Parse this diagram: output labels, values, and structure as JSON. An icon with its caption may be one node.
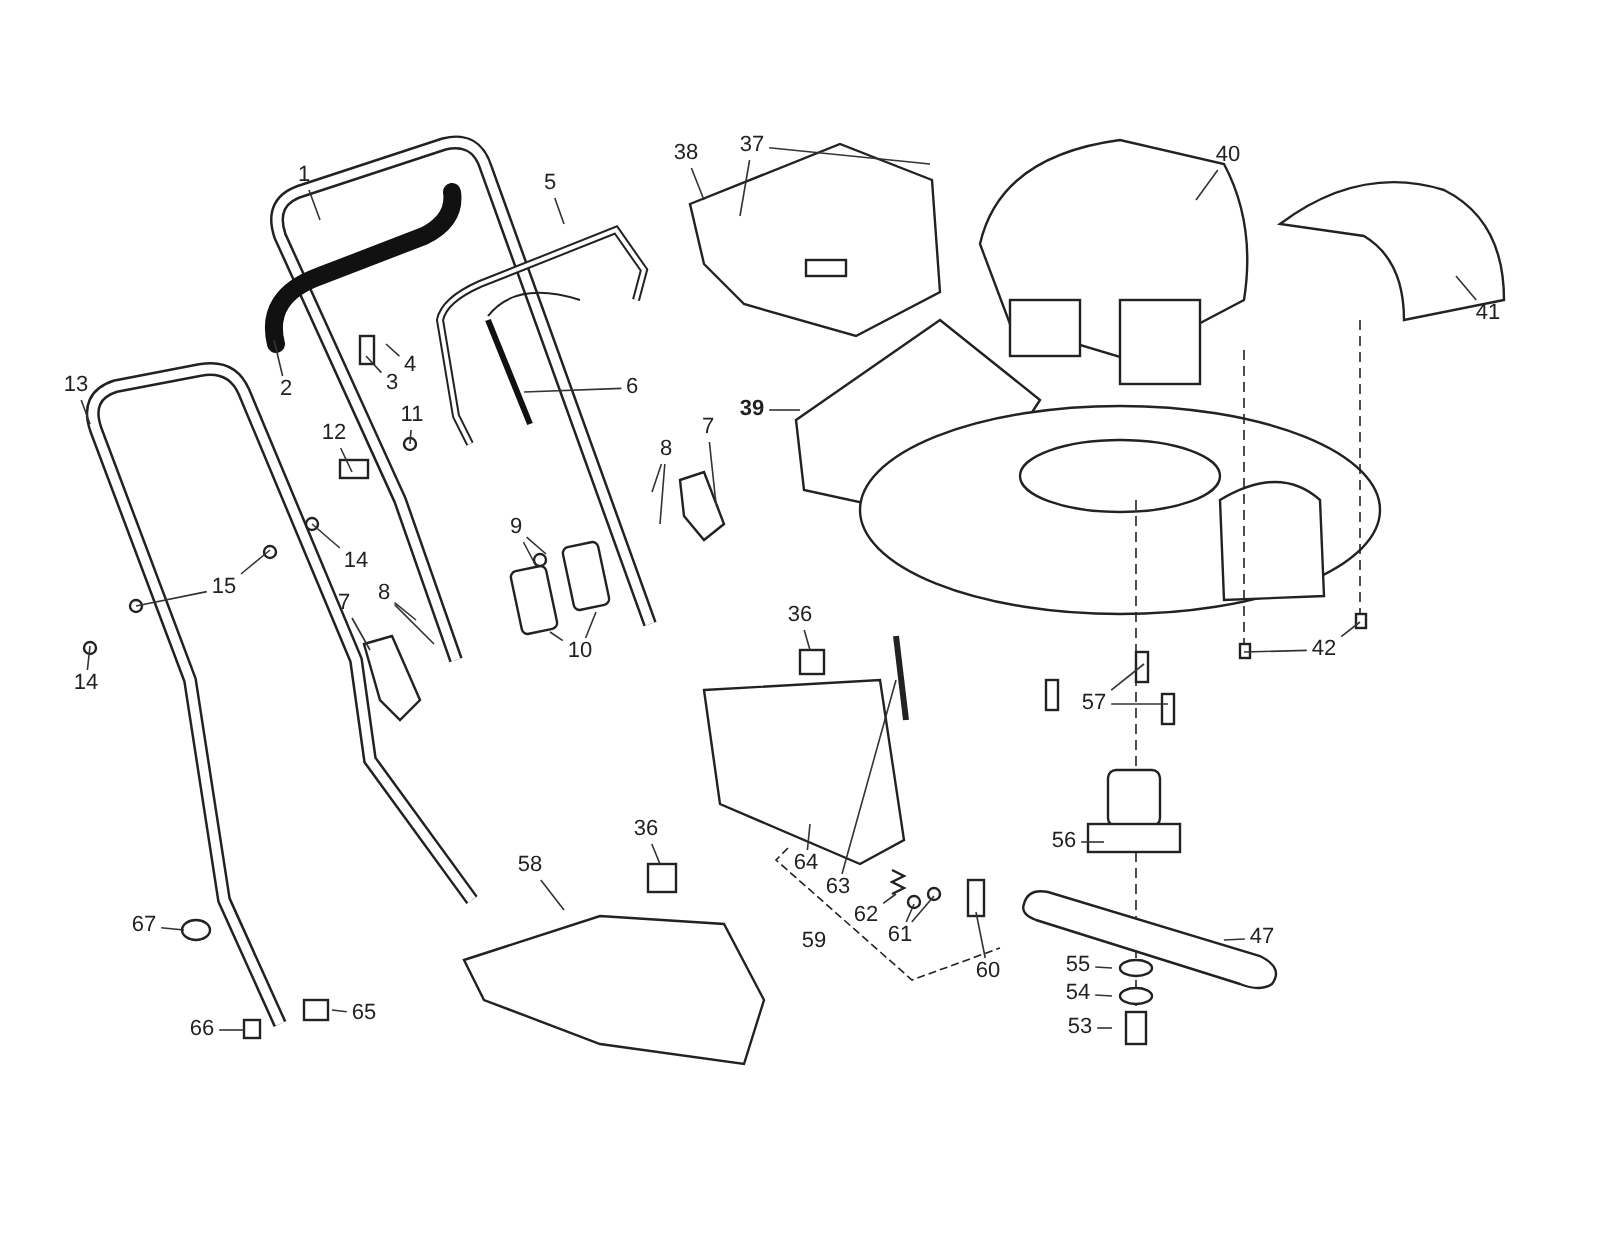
{
  "diagram": {
    "nodes": [
      {
        "text": [
          "1"
        ]
      },
      {
        "text": [
          "2"
        ]
      },
      {
        "text": [
          "3"
        ]
      },
      {
        "text": [
          "4"
        ]
      },
      {
        "text": [
          "5"
        ]
      },
      {
        "text": [
          "6"
        ]
      },
      {
        "text": [
          "38"
        ]
      },
      {
        "text": [
          "37"
        ]
      },
      {
        "text": [
          "40"
        ]
      },
      {
        "text": [
          "41"
        ]
      },
      {
        "text": [
          "7"
        ]
      },
      {
        "text": [
          "8"
        ]
      },
      {
        "text": [
          "39"
        ]
      },
      {
        "text": [
          "11"
        ]
      },
      {
        "text": [
          "12"
        ]
      },
      {
        "text": [
          "13"
        ]
      },
      {
        "text": [
          "14"
        ]
      },
      {
        "text": [
          "15"
        ]
      },
      {
        "text": [
          "14"
        ]
      },
      {
        "text": [
          "7"
        ]
      },
      {
        "text": [
          "8"
        ]
      },
      {
        "text": [
          "9"
        ]
      },
      {
        "text": [
          "10"
        ]
      },
      {
        "text": [
          "36"
        ]
      },
      {
        "text": [
          "42"
        ]
      },
      {
        "text": [
          "57"
        ]
      },
      {
        "text": [
          "36"
        ]
      },
      {
        "text": [
          "58"
        ]
      },
      {
        "text": [
          "64"
        ]
      },
      {
        "text": [
          "63"
        ]
      },
      {
        "text": [
          "62"
        ]
      },
      {
        "text": [
          "61"
        ]
      },
      {
        "text": [
          "60"
        ]
      },
      {
        "text": [
          "56"
        ]
      },
      {
        "text": [
          "47"
        ]
      },
      {
        "text": [
          "55"
        ]
      },
      {
        "text": [
          "54"
        ]
      },
      {
        "text": [
          "53"
        ]
      },
      {
        "text": [
          "67"
        ]
      },
      {
        "text": [
          "66"
        ]
      },
      {
        "text": [
          "65"
        ]
      }
    ],
    "edges": [
      {
        "from": 0,
        "to": null,
        "arrow": "none"
      },
      {
        "from": 1,
        "to": null,
        "arrow": "none"
      },
      {
        "from": 2,
        "to": null,
        "arrow": "none"
      },
      {
        "from": 3,
        "to": null,
        "arrow": "none"
      },
      {
        "from": 4,
        "to": null,
        "arrow": "none"
      },
      {
        "from": 5,
        "to": null,
        "arrow": "none"
      },
      {
        "from": 6,
        "to": null,
        "arrow": "none"
      },
      {
        "from": 7,
        "to": null,
        "arrow": "none"
      },
      {
        "from": 7,
        "to": null,
        "arrow": "none"
      },
      {
        "from": 8,
        "to": null,
        "arrow": "none"
      },
      {
        "from": 9,
        "to": null,
        "arrow": "none"
      },
      {
        "from": 10,
        "to": null,
        "arrow": "none"
      },
      {
        "from": 11,
        "to": null,
        "arrow": "none"
      },
      {
        "from": 11,
        "to": null,
        "arrow": "none"
      },
      {
        "from": 12,
        "to": null,
        "arrow": "none"
      },
      {
        "from": 13,
        "to": null,
        "arrow": "none"
      },
      {
        "from": 14,
        "to": null,
        "arrow": "none"
      },
      {
        "from": 15,
        "to": null,
        "arrow": "none"
      },
      {
        "from": 16,
        "to": null,
        "arrow": "none"
      },
      {
        "from": 17,
        "to": null,
        "arrow": "none"
      },
      {
        "from": 17,
        "to": null,
        "arrow": "none"
      },
      {
        "from": 18,
        "to": null,
        "arrow": "none"
      },
      {
        "from": 19,
        "to": null,
        "arrow": "none"
      },
      {
        "from": 20,
        "to": null,
        "arrow": "none"
      },
      {
        "from": 20,
        "to": null,
        "arrow": "none"
      },
      {
        "from": 21,
        "to": null,
        "arrow": "none"
      },
      {
        "from": 21,
        "to": null,
        "arrow": "none"
      },
      {
        "from": 22,
        "to": null,
        "arrow": "none"
      },
      {
        "from": 22,
        "to": null,
        "arrow": "none"
      },
      {
        "from": 23,
        "to": null,
        "arrow": "none"
      },
      {
        "from": 24,
        "to": null,
        "arrow": "none"
      },
      {
        "from": 24,
        "to": null,
        "arrow": "none"
      },
      {
        "from": 25,
        "to": null,
        "arrow": "none"
      },
      {
        "from": 25,
        "to": null,
        "arrow": "none"
      },
      {
        "from": 26,
        "to": null,
        "arrow": "none"
      },
      {
        "from": 27,
        "to": null,
        "arrow": "none"
      },
      {
        "from": 28,
        "to": null,
        "arrow": "none"
      },
      {
        "from": 29,
        "to": null,
        "arrow": "none"
      },
      {
        "from": 30,
        "to": null,
        "arrow": "none"
      },
      {
        "from": 31,
        "to": null,
        "arrow": "none"
      },
      {
        "from": 31,
        "to": null,
        "arrow": "none"
      },
      {
        "from": 32,
        "to": null,
        "arrow": "none"
      },
      {
        "from": 33,
        "to": null,
        "arrow": "none"
      },
      {
        "from": 34,
        "to": null,
        "arrow": "none"
      },
      {
        "from": 35,
        "to": null,
        "arrow": "none"
      },
      {
        "from": 36,
        "to": null,
        "arrow": "none"
      },
      {
        "from": 37,
        "to": null,
        "arrow": "none"
      },
      {
        "from": 38,
        "to": null,
        "arrow": "none"
      },
      {
        "from": 39,
        "to": null,
        "arrow": "none"
      },
      {
        "from": 40,
        "to": null,
        "arrow": "none"
      }
    ],
    "labels": [
      "59"
    ]
  }
}
